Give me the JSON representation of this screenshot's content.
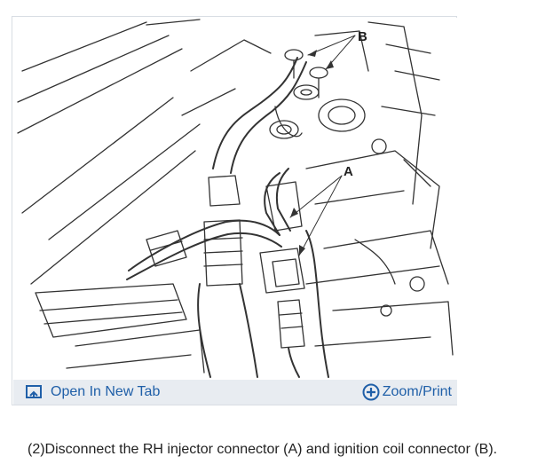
{
  "figure": {
    "callouts": {
      "a": "A",
      "b": "B"
    }
  },
  "toolbar": {
    "open_new_tab_label": "Open In New Tab",
    "open_new_tab_icon": "open-in-new-tab-icon",
    "zoom_print_label": "Zoom/Print",
    "zoom_print_icon": "plus-circle-icon",
    "accent_color": "#1f5fa8",
    "background_color": "#e8ecf1"
  },
  "caption": "(2)Disconnect the RH injector connector (A) and ignition coil connector (B)."
}
